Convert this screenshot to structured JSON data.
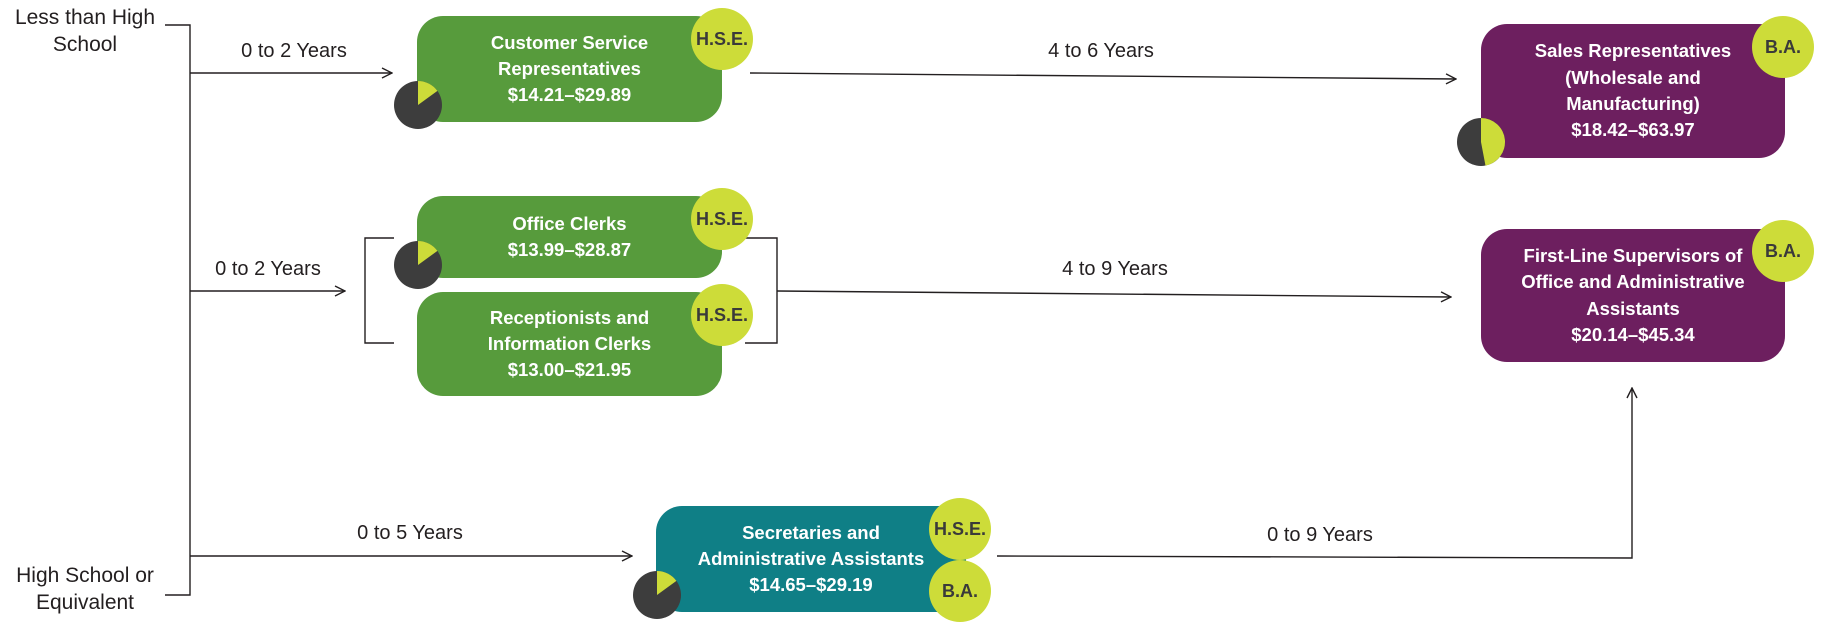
{
  "colors": {
    "entry_green": "#579b3c",
    "teal": "#0f7f86",
    "purple": "#6d1f5f",
    "badge_lime": "#cddc39",
    "pie_dark": "#3d3d3d",
    "line": "#231f20"
  },
  "education": {
    "top": "Less than High School",
    "bottom": "High School or Equivalent"
  },
  "durations": {
    "top_entry": "0 to 2 Years",
    "middle_entry": "0 to 2 Years",
    "bottom_entry": "0 to 5 Years",
    "to_sales": "4 to 6 Years",
    "to_supervisors": "4 to 9 Years",
    "secretaries_to_supervisors": "0 to 9 Years"
  },
  "jobs": {
    "customer_service": {
      "title": "Customer Service Representatives",
      "wage": "$14.21–$29.89",
      "badge": "H.S.E."
    },
    "office_clerks": {
      "title": "Office Clerks",
      "wage": "$13.99–$28.87",
      "badge": "H.S.E."
    },
    "receptionists": {
      "title": "Receptionists and Information Clerks",
      "wage": "$13.00–$21.95",
      "badge": "H.S.E."
    },
    "secretaries": {
      "title": "Secretaries and Administrative Assistants",
      "wage": "$14.65–$29.19",
      "badge_top": "H.S.E.",
      "badge_bottom": "B.A."
    },
    "sales_reps": {
      "title": "Sales Representatives (Wholesale and Manufacturing)",
      "wage": "$18.42–$63.97",
      "badge": "B.A."
    },
    "supervisors": {
      "title": "First-Line Supervisors of Office and Administrative Assistants",
      "wage": "$20.14–$45.34",
      "badge": "B.A."
    }
  },
  "pie_shares": {
    "customer_service": 0.15,
    "office_clerks": 0.15,
    "secretaries": 0.15,
    "sales_reps": 0.47
  }
}
